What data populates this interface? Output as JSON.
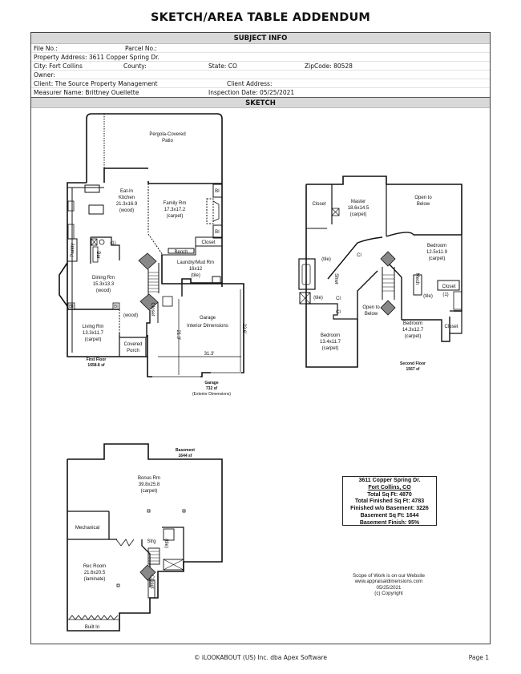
{
  "title": "SKETCH/AREA TABLE ADDENDUM",
  "subject_info": {
    "header": "SUBJECT INFO",
    "file_no": "File No.:",
    "parcel_no": "Parcel No.:",
    "property_address": "Property Address: 3611 Copper Spring Dr.",
    "city": "City: Fort Collins",
    "county": "County:",
    "state": "State: CO",
    "zipcode": "ZipCode: 80528",
    "owner": "Owner:",
    "client": "Client: The Source Property Management",
    "client_address": "Client Address:",
    "measurer": "Measurer Name: Brittney Ouellette",
    "inspection_date": "Inspection Date: 05/25/2021"
  },
  "sketch": {
    "header": "SKETCH",
    "first_floor": {
      "patio": [
        "Pergola-Covered",
        "Patio"
      ],
      "kitchen": [
        "Eat-In",
        "Kitchen",
        "21.3x16.9",
        "(wood)"
      ],
      "family": [
        "Family Rm",
        "17.3x17.2",
        "(carpet)"
      ],
      "closet": "Closet",
      "bench": "Bench",
      "laundry": [
        "Laundry/Mud Rm",
        "16x12",
        "(tile)"
      ],
      "pantry": "Pantry",
      "bar": "Bar",
      "one": "(1)",
      "bi": "BI",
      "dining": [
        "Dining Rm",
        "15.3x13.3",
        "(wood)"
      ],
      "living": [
        "Living Rm",
        "13.3x11.7",
        "(carpet)"
      ],
      "foyer_wood": "(wood)",
      "closet2": "Closet",
      "porch": [
        "Covered",
        "Porch"
      ],
      "garage": [
        "Garage",
        "Interior Dimensions"
      ],
      "garage_dims": {
        "width": "31.3'",
        "depth_left": "21.9'",
        "depth_right": "22.6'"
      },
      "floor_label": [
        "First Floor",
        "1658.8 sf"
      ],
      "garage_label": [
        "Garage",
        "732 sf",
        "(Exterior Dimensions)"
      ]
    },
    "second_floor": {
      "closet": "Closet",
      "master": [
        "Master",
        "18.6x14.5",
        "(carpet)"
      ],
      "open_to_below_1": [
        "Open to",
        "Below"
      ],
      "tile": "(tile)",
      "cl": "Cl",
      "shwr": "Shwr",
      "bedroom_ne": [
        "Bedroom",
        "12.5x11.9",
        "(carpet)"
      ],
      "mech": "Mech",
      "closet_e1": "Closet",
      "closet_e2": "Closet",
      "one": "(1)",
      "open_to_below_2": [
        "Open to",
        "Below"
      ],
      "bedroom_sw": [
        "Bedroom",
        "13.4x11.7",
        "(carpet)"
      ],
      "bedroom_s": [
        "Bedroom",
        "14.3x12.7",
        "(carpet)"
      ],
      "floor_label": [
        "Second Floor",
        "1567 sf"
      ]
    },
    "basement": {
      "floor_label": [
        "Basement",
        "1644 sf"
      ],
      "bonus": [
        "Bonus Rm",
        "39.8x25.8",
        "(carpet)"
      ],
      "mechanical": "Mechanical",
      "strg": "Strg",
      "tile": "(tile)",
      "rec": [
        "Rec Room",
        "21.6x20.5",
        "(laminate)"
      ],
      "closet": "Closet",
      "built_in": "Built In"
    },
    "summary": {
      "address": "3611 Copper Spring Dr.",
      "city": "Fort Collins, CO",
      "total_sqft": "Total Sq Ft:  4870",
      "total_finished": "Total Finished Sq Ft:  4783",
      "finished_wo_basement": "Finished w/o Basement:  3226",
      "basement_sqft": "Basement Sq Ft:  1644",
      "basement_finish": "Basement Finish:  95%"
    },
    "scope": {
      "line1": "Scope of Work is on our Website",
      "line2": "www.appraisaldimensions.com",
      "line3": "05/25/2021",
      "line4": "(c) Copyright"
    }
  },
  "footer": {
    "copyright": "© iLOOKABOUT (US) Inc. dba Apex Software",
    "page": "Page 1"
  }
}
